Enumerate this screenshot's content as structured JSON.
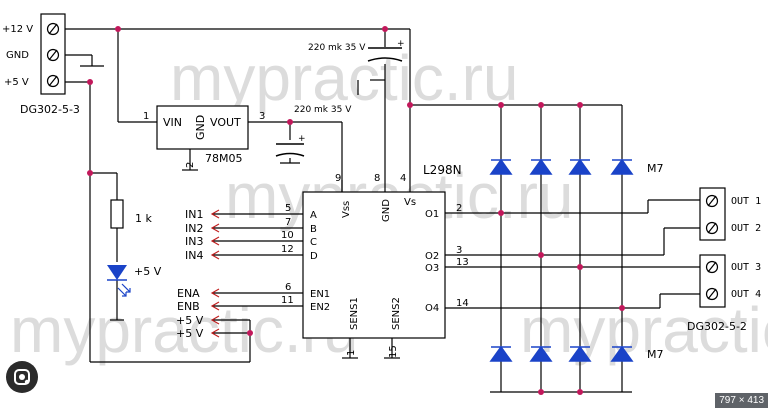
{
  "watermark": "mypractic.ru",
  "colors": {
    "wire": "#000000",
    "junction": "#c2185b",
    "diode": "#1a43c8",
    "led": "#1a43c8",
    "input_arrow": "#c22222",
    "watermark": "#dcdcdc"
  },
  "power_terminal": {
    "name": "DG302-5-3",
    "pins": [
      "+12 V",
      "GND",
      "+5 V"
    ]
  },
  "output_terminals": {
    "name": "DG302-5-2",
    "pins": [
      "OUT 1",
      "OUT 2",
      "OUT 3",
      "OUT 4"
    ]
  },
  "regulator": {
    "name": "78M05",
    "vin": "VIN",
    "gnd": "GND",
    "vout": "VOUT",
    "pin_in": "1",
    "pin_out": "3",
    "pin_gnd": "2"
  },
  "capacitors": {
    "c1": "220 mk 35 V",
    "c2": "220 mk 35 V",
    "plus": "+"
  },
  "resistor": "1 k",
  "led_label": "+5 V",
  "driver": {
    "name": "L298N",
    "inputs_left": [
      {
        "net": "IN1",
        "pin": "5",
        "name": "A"
      },
      {
        "net": "IN2",
        "pin": "7",
        "name": "B"
      },
      {
        "net": "IN3",
        "pin": "10",
        "name": "C"
      },
      {
        "net": "IN4",
        "pin": "12",
        "name": "D"
      }
    ],
    "enables": [
      {
        "net": "ENA",
        "pin": "6",
        "name": "EN1"
      },
      {
        "net": "ENB",
        "pin": "11",
        "name": "EN2"
      }
    ],
    "extra_left": [
      "+5 V",
      "+5 V"
    ],
    "top_pins": [
      {
        "name": "Vss",
        "pin": "9"
      },
      {
        "name": "GND",
        "pin": "8"
      },
      {
        "name": "Vs",
        "pin": "4"
      }
    ],
    "outputs": [
      {
        "name": "O1",
        "pin": "2"
      },
      {
        "name": "O2",
        "pin": "3"
      },
      {
        "name": "O3",
        "pin": "13"
      },
      {
        "name": "O4",
        "pin": "14"
      }
    ],
    "sense": [
      {
        "name": "SENS1",
        "pin": "1"
      },
      {
        "name": "SENS2",
        "pin": "15"
      }
    ]
  },
  "diodes": {
    "top_label": "M7",
    "bottom_label": "M7"
  },
  "image_size_badge": "797 × 413"
}
